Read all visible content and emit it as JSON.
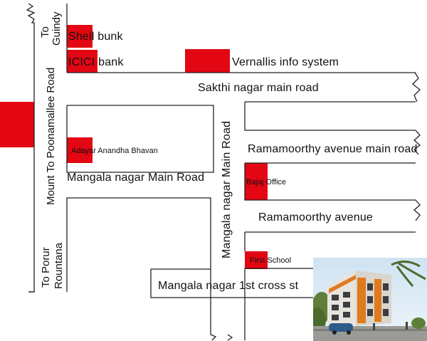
{
  "map": {
    "roads": {
      "mount_poonamallee": "Mount To Poonamallee Road",
      "sakthi_nagar": "Sakthi nagar main road",
      "mangala_main_h": "Mangala nagar Main Road",
      "mangala_main_v": "Mangala nagar Main Road",
      "ramamoorthy_main": "Ramamoorthy avenue main road",
      "ramamoorthy_avenue": "Ramamoorthy avenue",
      "mangala_1st_cross": "Mangala nagar 1st cross st"
    },
    "directions": {
      "to_guindy_line1": "To",
      "to_guindy_line2": "Guindy",
      "to_porur_line1": "To Porur",
      "to_porur_line2": "Rountana"
    },
    "landmarks": {
      "shell_bunk": "Shell bunk",
      "icici_bank": "ICICI bank",
      "vernallis": "Vernallis info system",
      "adayar": "Adayar Anandha Bhavan",
      "bajaj": "Bajaj Office",
      "first_school": "First School"
    },
    "colors": {
      "marker": "#e30613",
      "road_line": "#222222"
    }
  }
}
